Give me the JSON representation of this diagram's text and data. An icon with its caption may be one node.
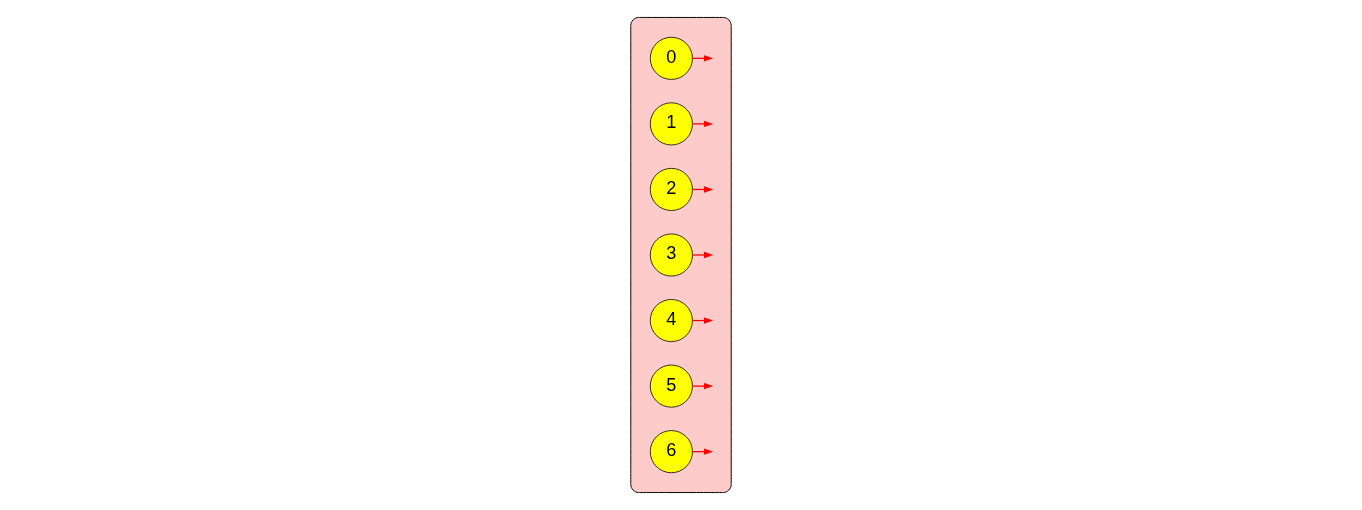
{
  "diagram": {
    "nodes": [
      {
        "text": [],
        "shape": "cloud"
      },
      {
        "text": [
          "0"
        ],
        "in": 0
      },
      {
        "text": [
          "1"
        ],
        "in": 0
      },
      {
        "text": [
          "2"
        ],
        "in": 0
      },
      {
        "text": [
          "3"
        ],
        "in": 0
      },
      {
        "text": [
          "4"
        ],
        "in": 0
      },
      {
        "text": [
          "5"
        ],
        "in": 0
      },
      {
        "text": [
          "6"
        ],
        "in": 0
      }
    ],
    "edges": [
      {
        "from": 1,
        "to": null,
        "arrow": "to"
      },
      {
        "from": 2,
        "to": null,
        "arrow": "to"
      },
      {
        "from": 3,
        "to": null,
        "arrow": "to"
      },
      {
        "from": 4,
        "to": null,
        "arrow": "to"
      },
      {
        "from": 5,
        "to": null,
        "arrow": "to"
      },
      {
        "from": 6,
        "to": null,
        "arrow": "to"
      },
      {
        "from": 7,
        "to": null,
        "arrow": "to"
      }
    ]
  }
}
